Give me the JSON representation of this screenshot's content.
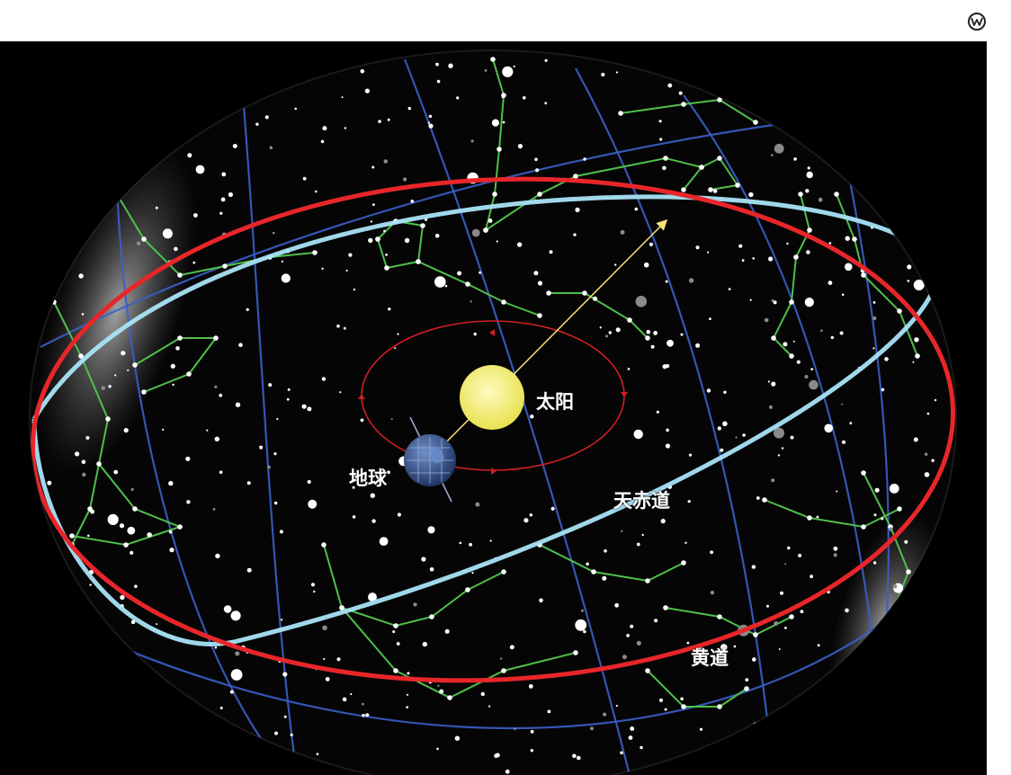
{
  "labels": {
    "sun": "太阳",
    "earth": "地球",
    "celestial_equator": "天赤道",
    "ecliptic": "黄道"
  },
  "watermark": {
    "icon": "wikimedia-w-icon"
  },
  "colors": {
    "background": "#000000",
    "ecliptic": "#e8262a",
    "celestial_equator": "#a9e4f7",
    "meridians": "#3a5fc9",
    "constellation_lines": "#4fbf4a",
    "stars": "#ffffff",
    "sun": "#f2ee6a",
    "earth": "#2d4f8c",
    "earth_orbit": "#d01f25",
    "sun_direction_arrow": "#f5e27a"
  }
}
